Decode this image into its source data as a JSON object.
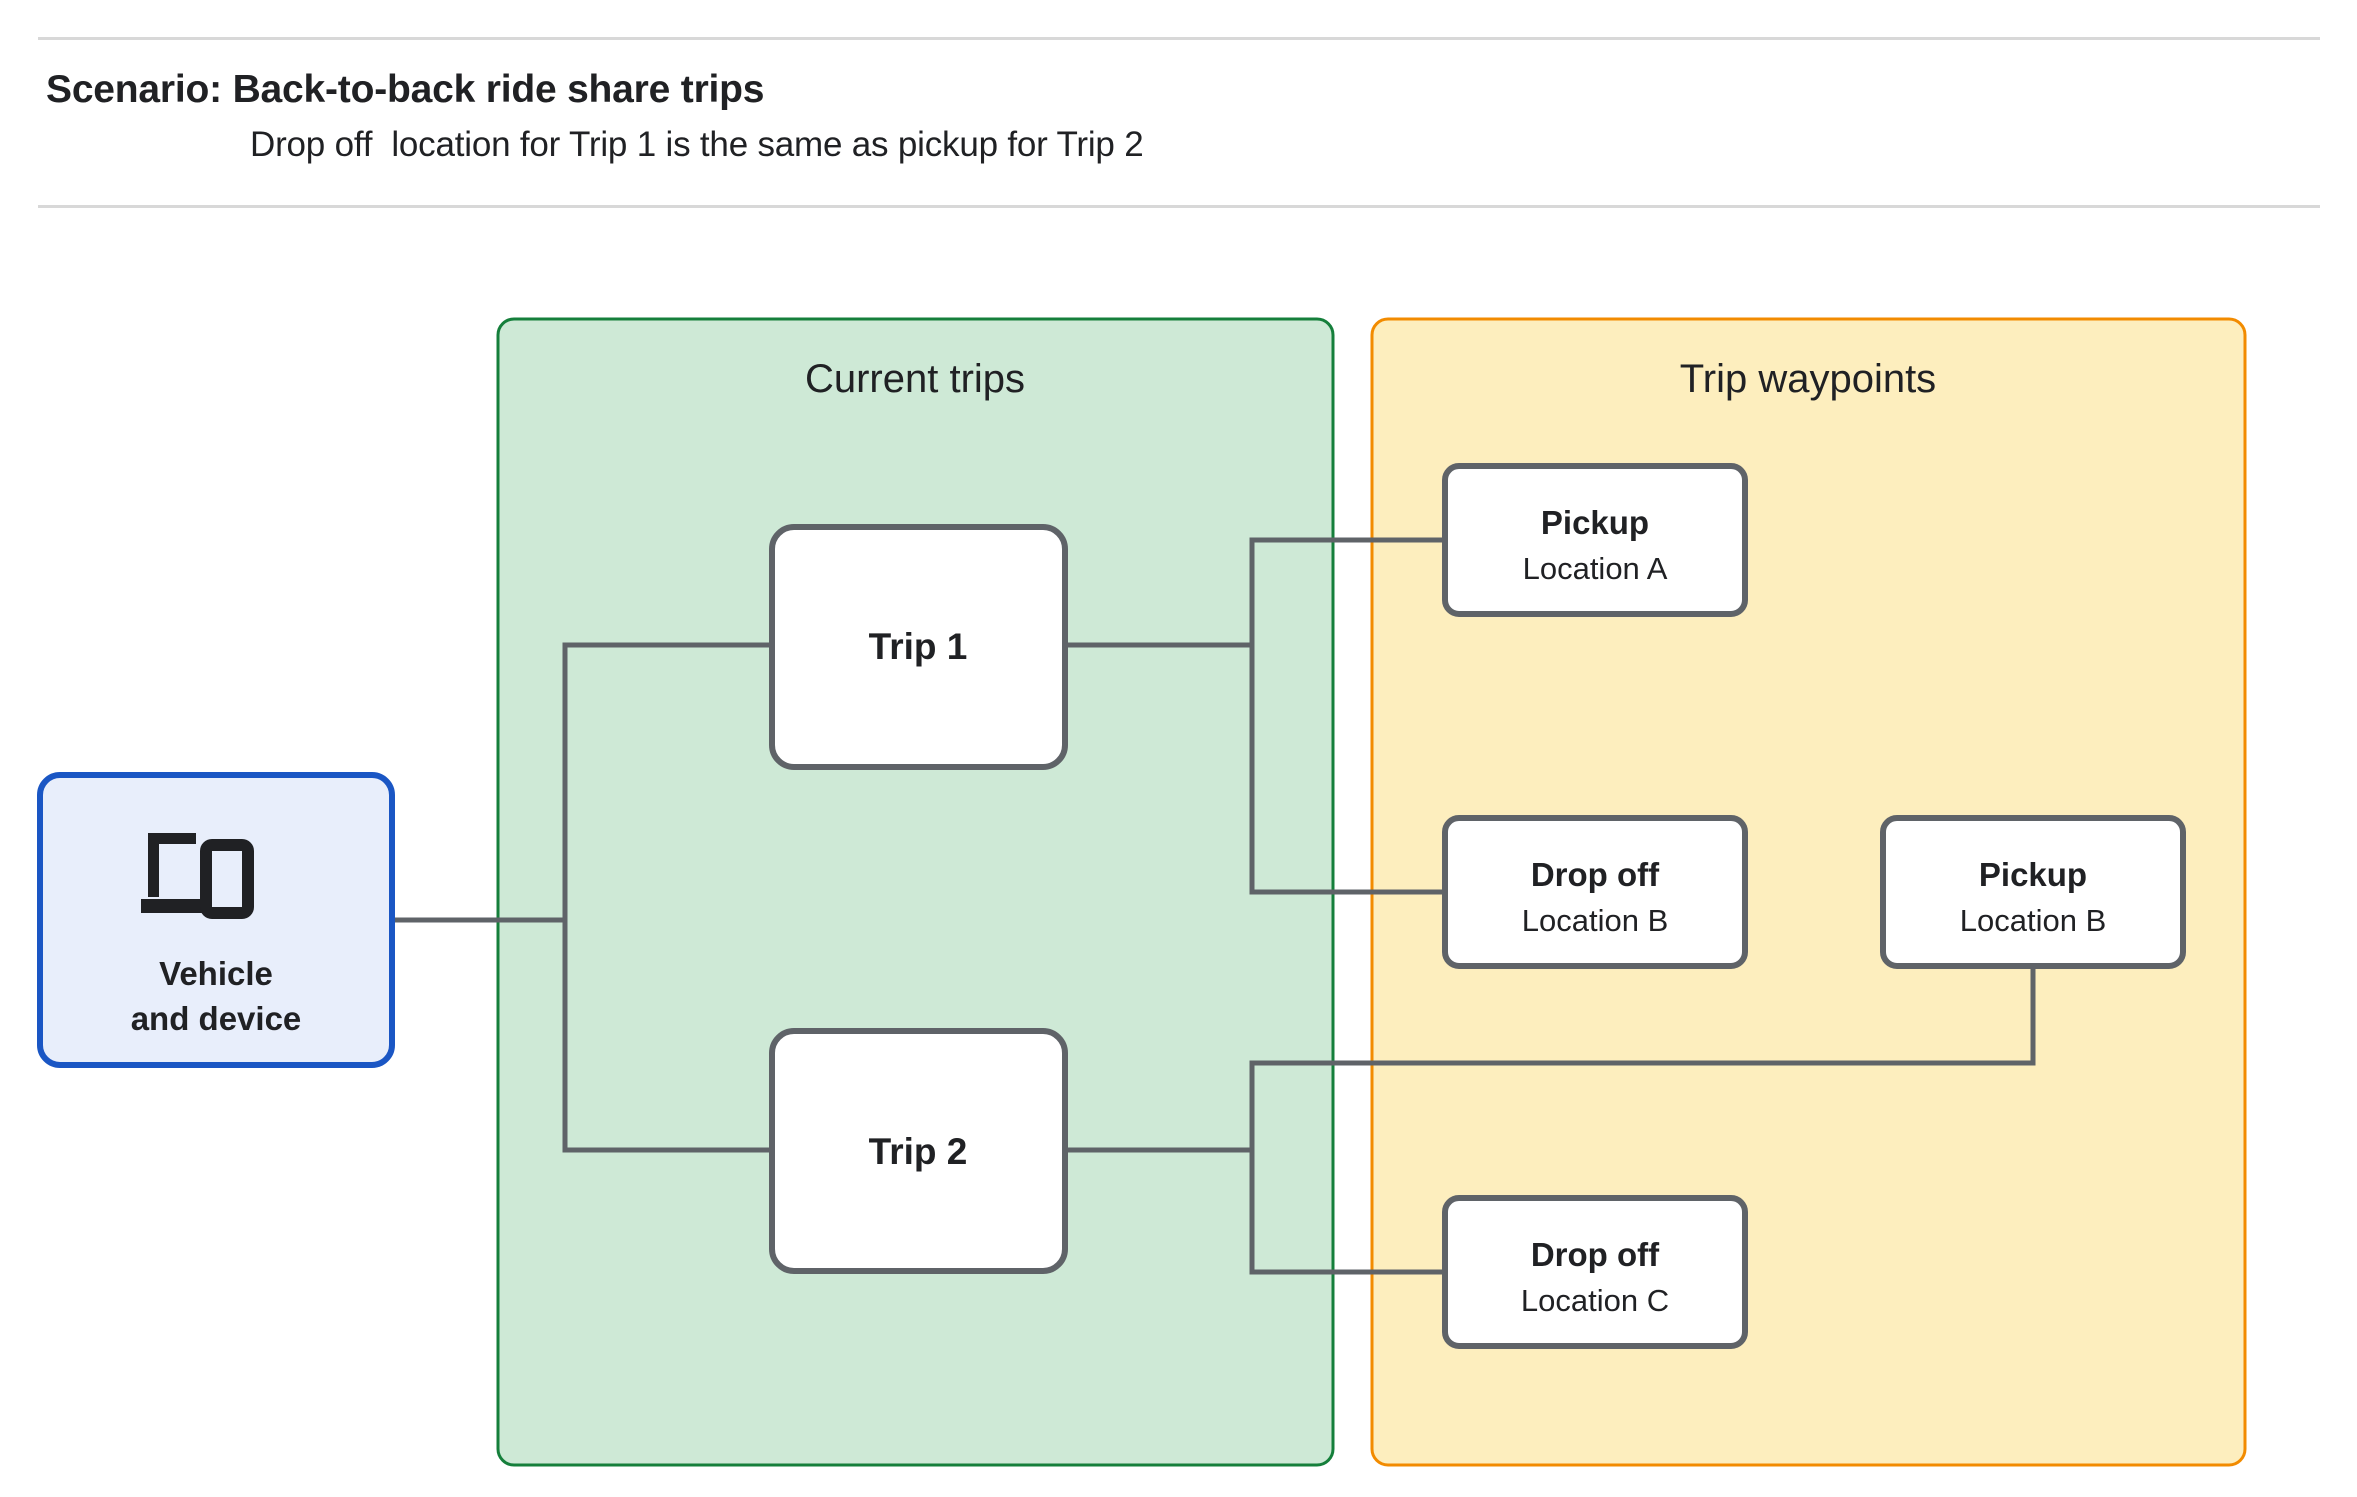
{
  "header": {
    "title": "Scenario: Back-to-back ride share trips",
    "subtitle": "Drop off  location for Trip 1 is the same as pickup for Trip 2"
  },
  "colors": {
    "green_panel_fill": "#cee9d6",
    "green_panel_border": "#157f3b",
    "orange_panel_fill": "#fdeebe",
    "orange_panel_border": "#f28b00",
    "blue_node_fill": "#e8eefb",
    "blue_node_border": "#1a56c4",
    "node_fill": "#ffffff",
    "node_border": "#5f6368",
    "connector": "#5f6368",
    "divider": "#d8d8d8",
    "text": "#202124"
  },
  "panels": [
    {
      "id": "current-trips",
      "title": "Current trips"
    },
    {
      "id": "trip-waypoints",
      "title": "Trip waypoints"
    }
  ],
  "source_node": {
    "icon": "devices-icon",
    "label_line1": "Vehicle",
    "label_line2": "and device"
  },
  "trips": [
    {
      "id": "trip-1",
      "label": "Trip 1"
    },
    {
      "id": "trip-2",
      "label": "Trip 2"
    }
  ],
  "waypoints": [
    {
      "id": "waypoint-pickup-a",
      "type": "Pickup",
      "location": "Location A"
    },
    {
      "id": "waypoint-dropoff-b",
      "type": "Drop off",
      "location": "Location B"
    },
    {
      "id": "waypoint-pickup-b",
      "type": "Pickup",
      "location": "Location B"
    },
    {
      "id": "waypoint-dropoff-c",
      "type": "Drop off",
      "location": "Location C"
    }
  ]
}
